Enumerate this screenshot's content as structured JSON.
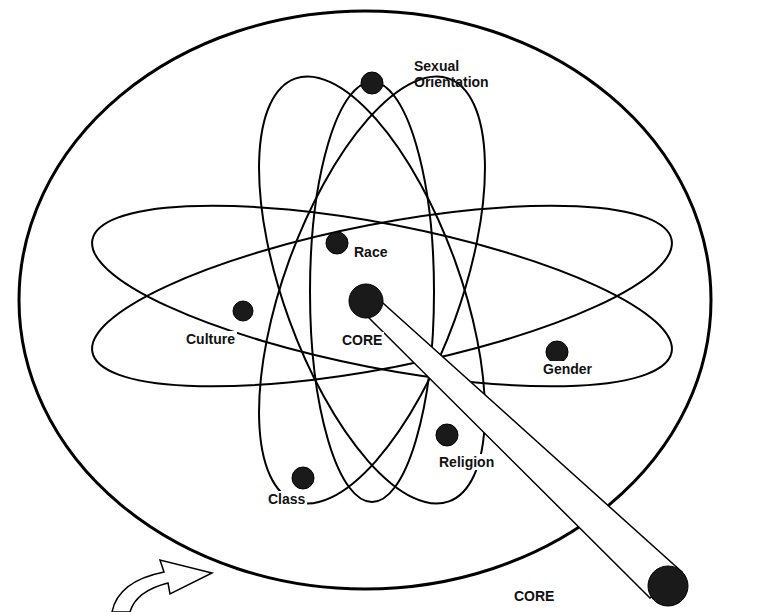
{
  "diagram": {
    "labels": [
      "Sexual Orientation",
      "Race",
      "Culture",
      "CORE",
      "Gender",
      "Religion",
      "Class",
      "CORE"
    ]
  }
}
